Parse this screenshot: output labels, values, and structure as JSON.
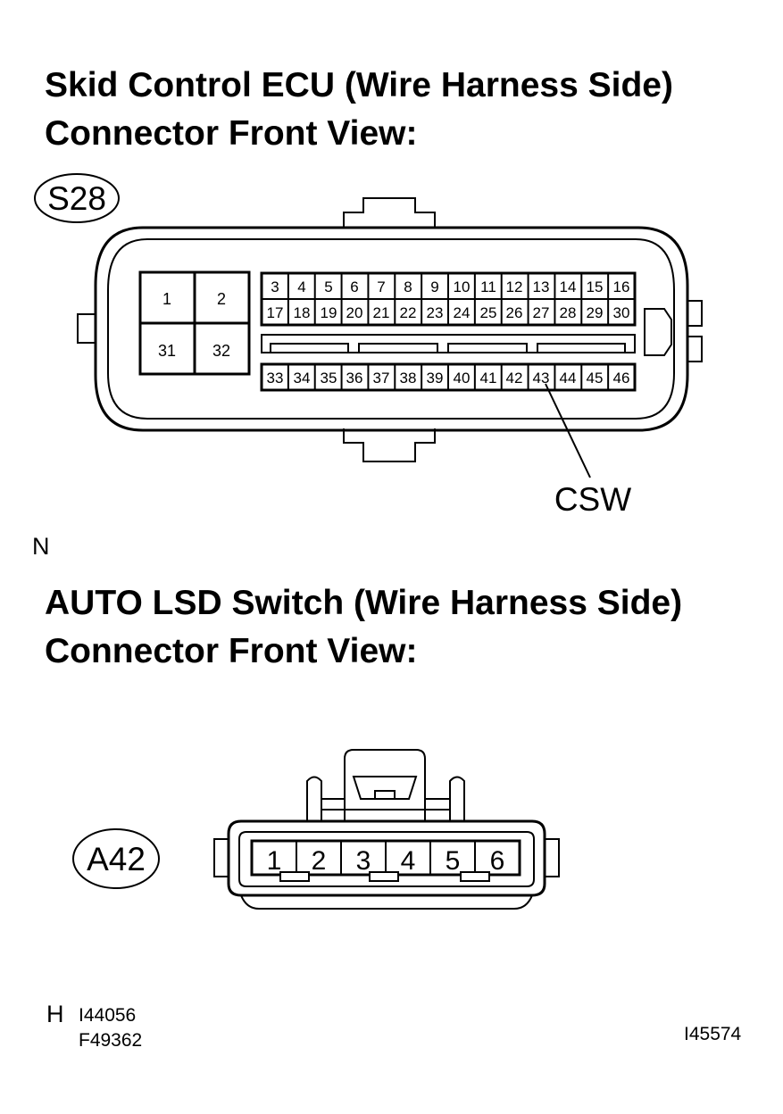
{
  "skid": {
    "title_line1": "Skid Control ECU (Wire Harness Side)",
    "title_line2": "Connector Front View:",
    "code": "S28",
    "big_pins": [
      "1",
      "2",
      "31",
      "32"
    ],
    "row1": [
      "3",
      "4",
      "5",
      "6",
      "7",
      "8",
      "9",
      "10",
      "11",
      "12",
      "13",
      "14",
      "15",
      "16"
    ],
    "row2": [
      "17",
      "18",
      "19",
      "20",
      "21",
      "22",
      "23",
      "24",
      "25",
      "26",
      "27",
      "28",
      "29",
      "30"
    ],
    "row3": [
      "33",
      "34",
      "35",
      "36",
      "37",
      "38",
      "39",
      "40",
      "41",
      "42",
      "43",
      "44",
      "45",
      "46"
    ],
    "callout": "CSW"
  },
  "separator_letter": "N",
  "lsd": {
    "title_line1": "AUTO LSD Switch (Wire Harness Side)",
    "title_line2": "Connector Front View:",
    "code": "A42",
    "pins": [
      "1",
      "2",
      "3",
      "4",
      "5",
      "6"
    ]
  },
  "footer": {
    "letter": "H",
    "ref1": "I44056",
    "ref2": "F49362",
    "ref3": "I45574"
  }
}
